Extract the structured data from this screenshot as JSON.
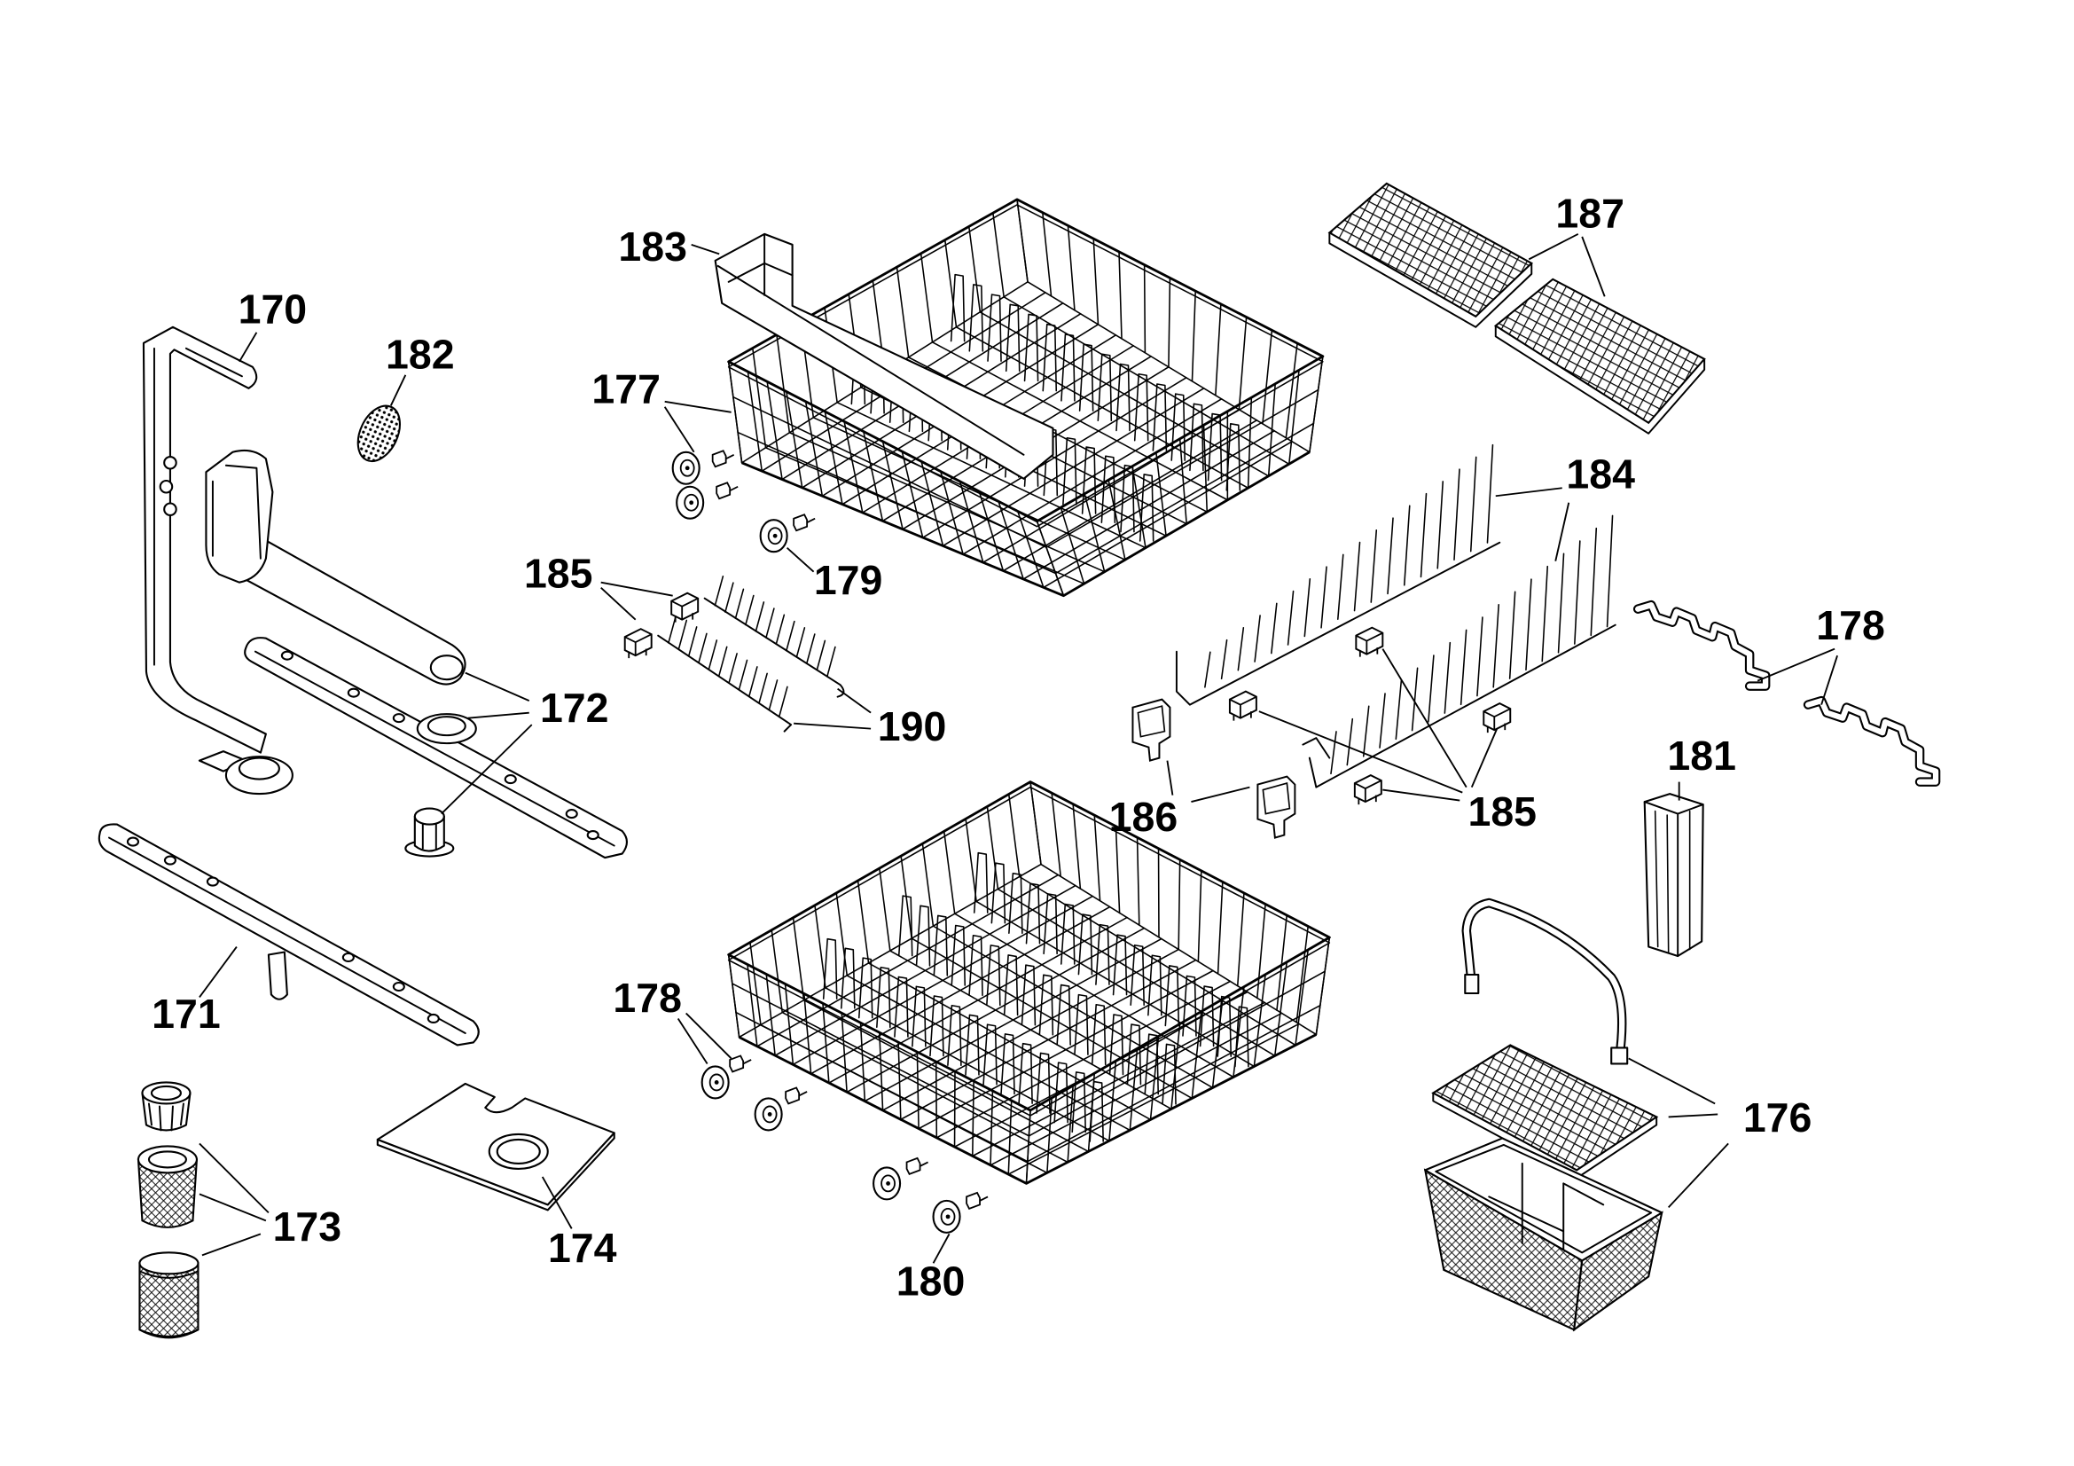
{
  "diagram": {
    "callouts": [
      "183",
      "170",
      "182",
      "177",
      "187",
      "184",
      "179",
      "185",
      "190",
      "172",
      "178",
      "181",
      "186",
      "185",
      "171",
      "178",
      "176",
      "173",
      "174",
      "180"
    ]
  }
}
